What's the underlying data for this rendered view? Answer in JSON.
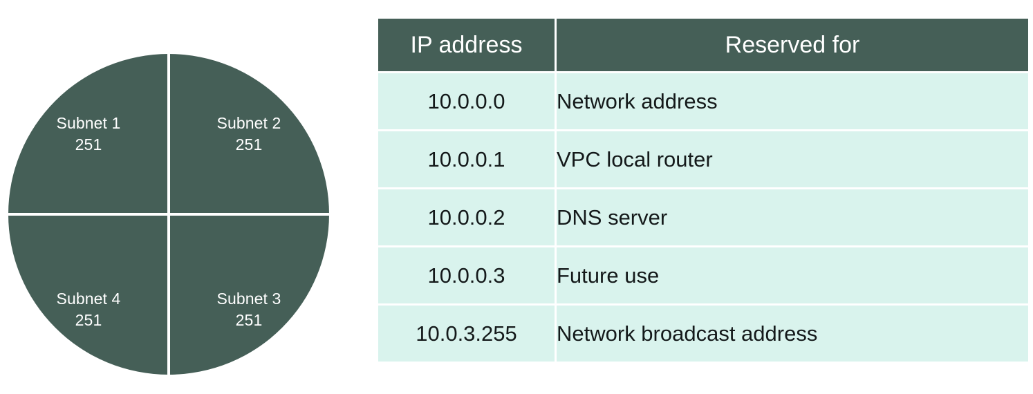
{
  "colors": {
    "dark_green": "#455f57",
    "mint": "#d9f3ed",
    "white": "#ffffff",
    "text_dark": "#14191a"
  },
  "diagram": {
    "shape": "circle-divided-in-four-quadrants",
    "quadrants": [
      {
        "position": "top-left",
        "name": "Subnet 1",
        "count": "251"
      },
      {
        "position": "top-right",
        "name": "Subnet 2",
        "count": "251"
      },
      {
        "position": "bottom-left",
        "name": "Subnet 4",
        "count": "251"
      },
      {
        "position": "bottom-right",
        "name": "Subnet 3",
        "count": "251"
      }
    ]
  },
  "table": {
    "headers": [
      "IP address",
      "Reserved for"
    ],
    "rows": [
      {
        "ip": "10.0.0.0",
        "reserved_for": "Network address"
      },
      {
        "ip": "10.0.0.1",
        "reserved_for": "VPC local router"
      },
      {
        "ip": "10.0.0.2",
        "reserved_for": "DNS server"
      },
      {
        "ip": "10.0.0.3",
        "reserved_for": "Future use"
      },
      {
        "ip": "10.0.3.255",
        "reserved_for": "Network broadcast address"
      }
    ]
  }
}
